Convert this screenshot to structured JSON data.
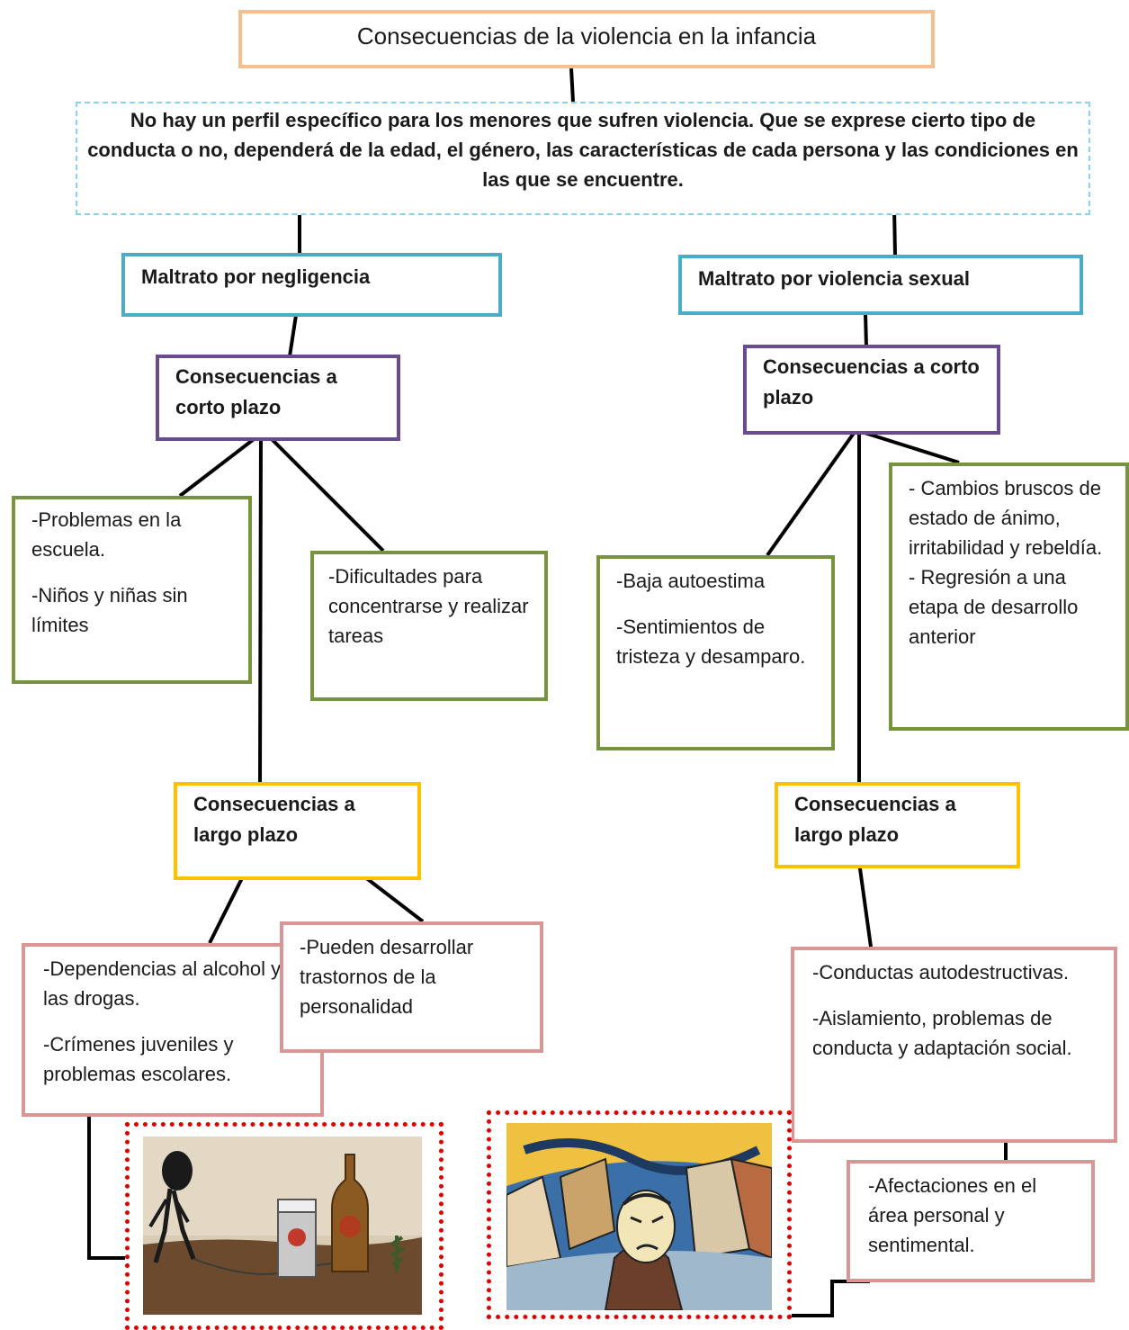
{
  "title": "Consecuencias de la violencia en la infancia",
  "intro": "No hay un perfil específico para los menores que sufren violencia. Que se exprese cierto tipo de conducta o no, dependerá de la edad, el género, las características de cada persona y las condiciones en las que se encuentre.",
  "negligence": {
    "heading": "Maltrato por negligencia",
    "short_term": {
      "heading": "Consecuencias a corto plazo",
      "items_left": [
        "-Problemas en la escuela.",
        "-Niños y niñas sin límites"
      ],
      "items_right": [
        "-Dificultades para concentrarse y realizar tareas"
      ]
    },
    "long_term": {
      "heading": "Consecuencias a largo plazo",
      "items_left": [
        "-Dependencias al alcohol y a las drogas.",
        "-Crímenes juveniles y problemas escolares."
      ],
      "items_right": [
        "-Pueden desarrollar trastornos de la personalidad"
      ]
    }
  },
  "sexual": {
    "heading": "Maltrato por violencia sexual",
    "short_term": {
      "heading": "Consecuencias a corto plazo",
      "items_left": [
        "-Baja autoestima",
        "-Sentimientos de tristeza y desamparo."
      ],
      "items_right": [
        "- Cambios bruscos de estado de ánimo, irritabilidad y rebeldía.",
        "- Regresión a una etapa de desarrollo anterior"
      ]
    },
    "long_term": {
      "heading": "Consecuencias a largo plazo",
      "items_main": [
        "-Conductas autodestructivas.",
        "-Aislamiento, problemas de conducta y adaptación social."
      ],
      "items_extra": [
        "-Afectaciones en el área personal y sentimental."
      ]
    }
  },
  "colors": {
    "title_border": "#f6bf8f",
    "intro_border": "#8fd1e8",
    "branch_border": "#4aacc6",
    "short_term_border": "#6a4b8f",
    "short_items_border": "#77933c",
    "long_term_border": "#ffc000",
    "long_items_border": "#d99694",
    "image_frame": "#e00000"
  }
}
